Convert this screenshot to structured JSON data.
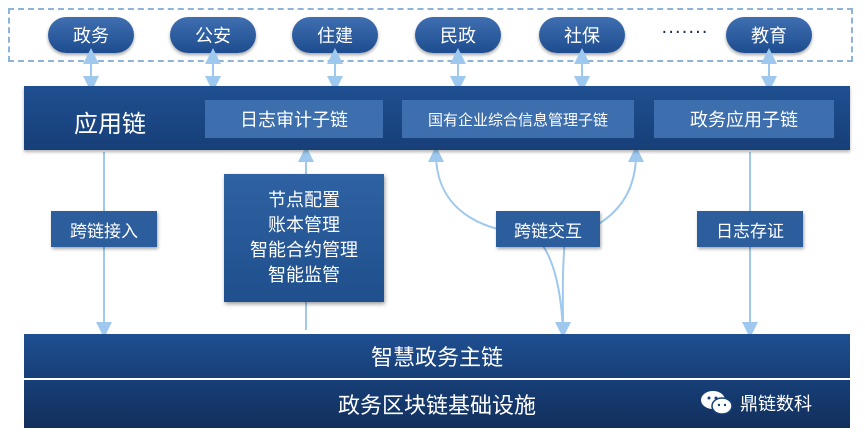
{
  "top_row": {
    "items": [
      "政务",
      "公安",
      "住建",
      "民政",
      "社保",
      "教育"
    ],
    "ellipsis": "·······"
  },
  "app_chain": {
    "title": "应用链",
    "subchains": [
      "日志审计子链",
      "国有企业综合信息管理子链",
      "政务应用子链"
    ]
  },
  "connectors": {
    "cross_chain_access": "跨链接入",
    "cross_chain_interaction": "跨链交互",
    "log_evidence": "日志存证"
  },
  "management": {
    "lines": [
      "节点配置",
      "账本管理",
      "智能合约管理",
      "智能监管"
    ]
  },
  "main_chain": "智慧政务主链",
  "infrastructure": "政务区块链基础设施",
  "watermark": "鼎链数科",
  "colors": {
    "arrow": "#9ec8ee",
    "dark_band": "#1b4785",
    "pill": "#2f5fa3"
  }
}
